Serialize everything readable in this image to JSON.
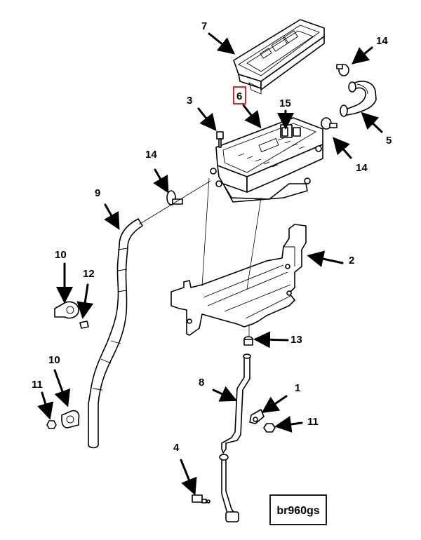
{
  "diagram": {
    "highlighted_callout": "6",
    "figure_id": "br960gs",
    "callouts": [
      {
        "id": "c7",
        "label": "7"
      },
      {
        "id": "c14a",
        "label": "14"
      },
      {
        "id": "c6",
        "label": "6"
      },
      {
        "id": "c15",
        "label": "15"
      },
      {
        "id": "c3",
        "label": "3"
      },
      {
        "id": "c5",
        "label": "5"
      },
      {
        "id": "c14b",
        "label": "14"
      },
      {
        "id": "c14c",
        "label": "14"
      },
      {
        "id": "c9",
        "label": "9"
      },
      {
        "id": "c2",
        "label": "2"
      },
      {
        "id": "c10a",
        "label": "10"
      },
      {
        "id": "c12",
        "label": "12"
      },
      {
        "id": "c13",
        "label": "13"
      },
      {
        "id": "c10b",
        "label": "10"
      },
      {
        "id": "c8",
        "label": "8"
      },
      {
        "id": "c1",
        "label": "1"
      },
      {
        "id": "c11a",
        "label": "11"
      },
      {
        "id": "c11b",
        "label": "11"
      },
      {
        "id": "c4",
        "label": "4"
      }
    ]
  }
}
